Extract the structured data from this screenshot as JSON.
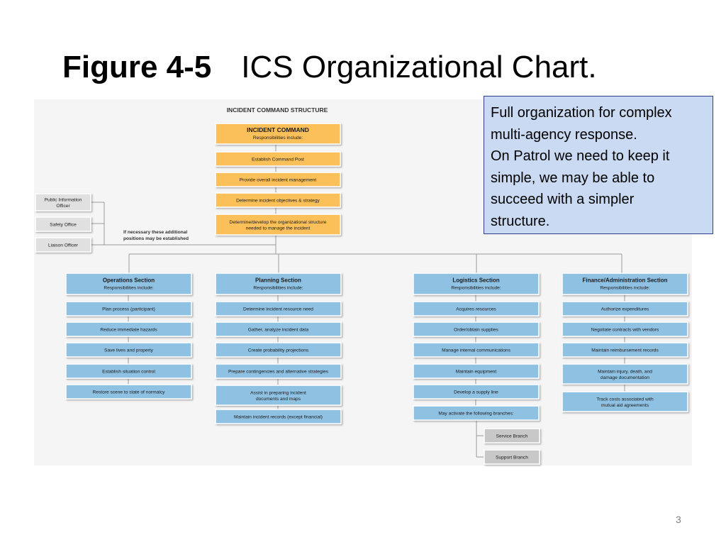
{
  "title": {
    "bold": "Figure 4-5",
    "regular": "ICS Organizational Chart."
  },
  "note_lines": [
    "Full organization for complex",
    "multi-agency response.",
    "On Patrol we need to keep it",
    "simple, we may be able to",
    "succeed with a simpler",
    "structure."
  ],
  "slide_number": "3",
  "chart": {
    "heading": "INCIDENT COMMAND STRUCTURE",
    "command": {
      "title": "INCIDENT COMMAND",
      "subtitle": "Responsibilities include:",
      "items": [
        "Establish Command Post",
        "Provide overall incident management",
        "Determine incident objectives & strategy",
        "Determine/develop the organizational structure|needed to manage the incident"
      ]
    },
    "staff": [
      "Public Information|Officer",
      "Safety Office",
      "Liaison Officer"
    ],
    "staff_note": "If necessary these additional|positions may be established",
    "sections": [
      {
        "title": "Operations Section",
        "subtitle": "Responsibilities include:",
        "items": [
          "Plan process (participant)",
          "Reduce immediate hazards",
          "Save lives and property",
          "Establish situation control",
          "Restore scene to state of normalcy"
        ]
      },
      {
        "title": "Planning Section",
        "subtitle": "Responsibilities include:",
        "items": [
          "Determine incident resource need",
          "Gather, analyze incident data",
          "Create probability projections",
          "Prepare contingencies and alternative strategies",
          "Assist in preparing incident|documents and maps",
          "Maintain incident records (except financial)"
        ]
      },
      {
        "title": "Logistics Section",
        "subtitle": "Responsibilities include:",
        "items": [
          "Acquires resources",
          "Order/obtain supplies",
          "Manage internal communications",
          "Maintain equipment",
          "Develop a supply line",
          "May activate the following branches:"
        ],
        "branches": [
          "Service Branch",
          "Support Branch"
        ]
      },
      {
        "title": "Finance/Administration Section",
        "subtitle": "Responsibilities include:",
        "items": [
          "Authorize expenditures",
          "Negotiate contracts with vendors",
          "Maintain reimbursement records",
          "Maintain injury, death, and|damage documentation",
          "Track costs associated with|mutual aid agreements"
        ]
      }
    ]
  },
  "colors": {
    "command_fill": "#fbc05a",
    "section_fill": "#8fc1e3",
    "branch_fill": "#c8c8c8",
    "staff_fill": "#e0e0e0",
    "connector": "#9a9a9a",
    "note_fill": "#c9daf2",
    "note_border": "#2f3e8c"
  }
}
